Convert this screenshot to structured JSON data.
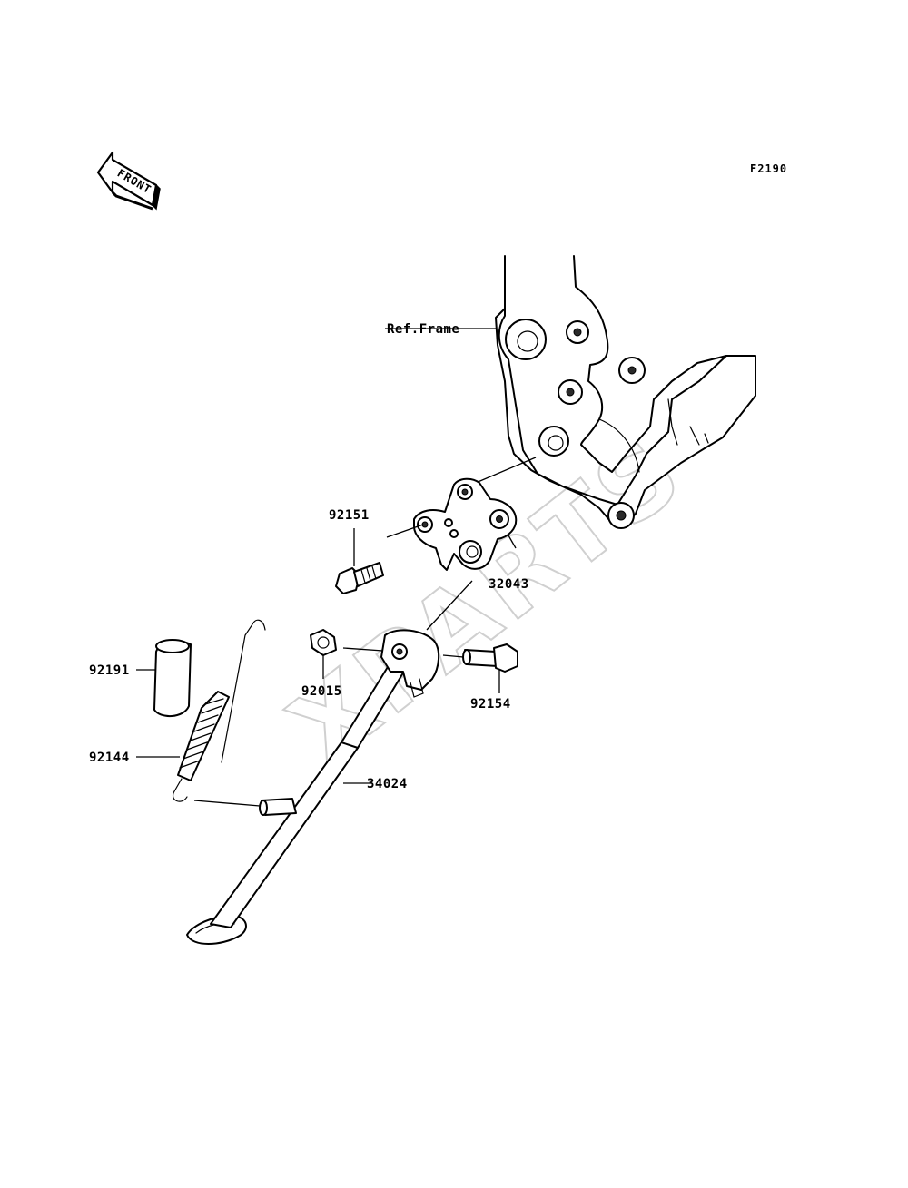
{
  "figure_code": "F2190",
  "front_badge": "FRONT",
  "watermark": "XPARTS",
  "labels": {
    "ref_frame": "Ref.Frame",
    "p92151": "92151",
    "p32043": "32043",
    "p92015": "92015",
    "p92154": "92154",
    "p92191": "92191",
    "p92144": "92144",
    "p34024": "34024"
  }
}
